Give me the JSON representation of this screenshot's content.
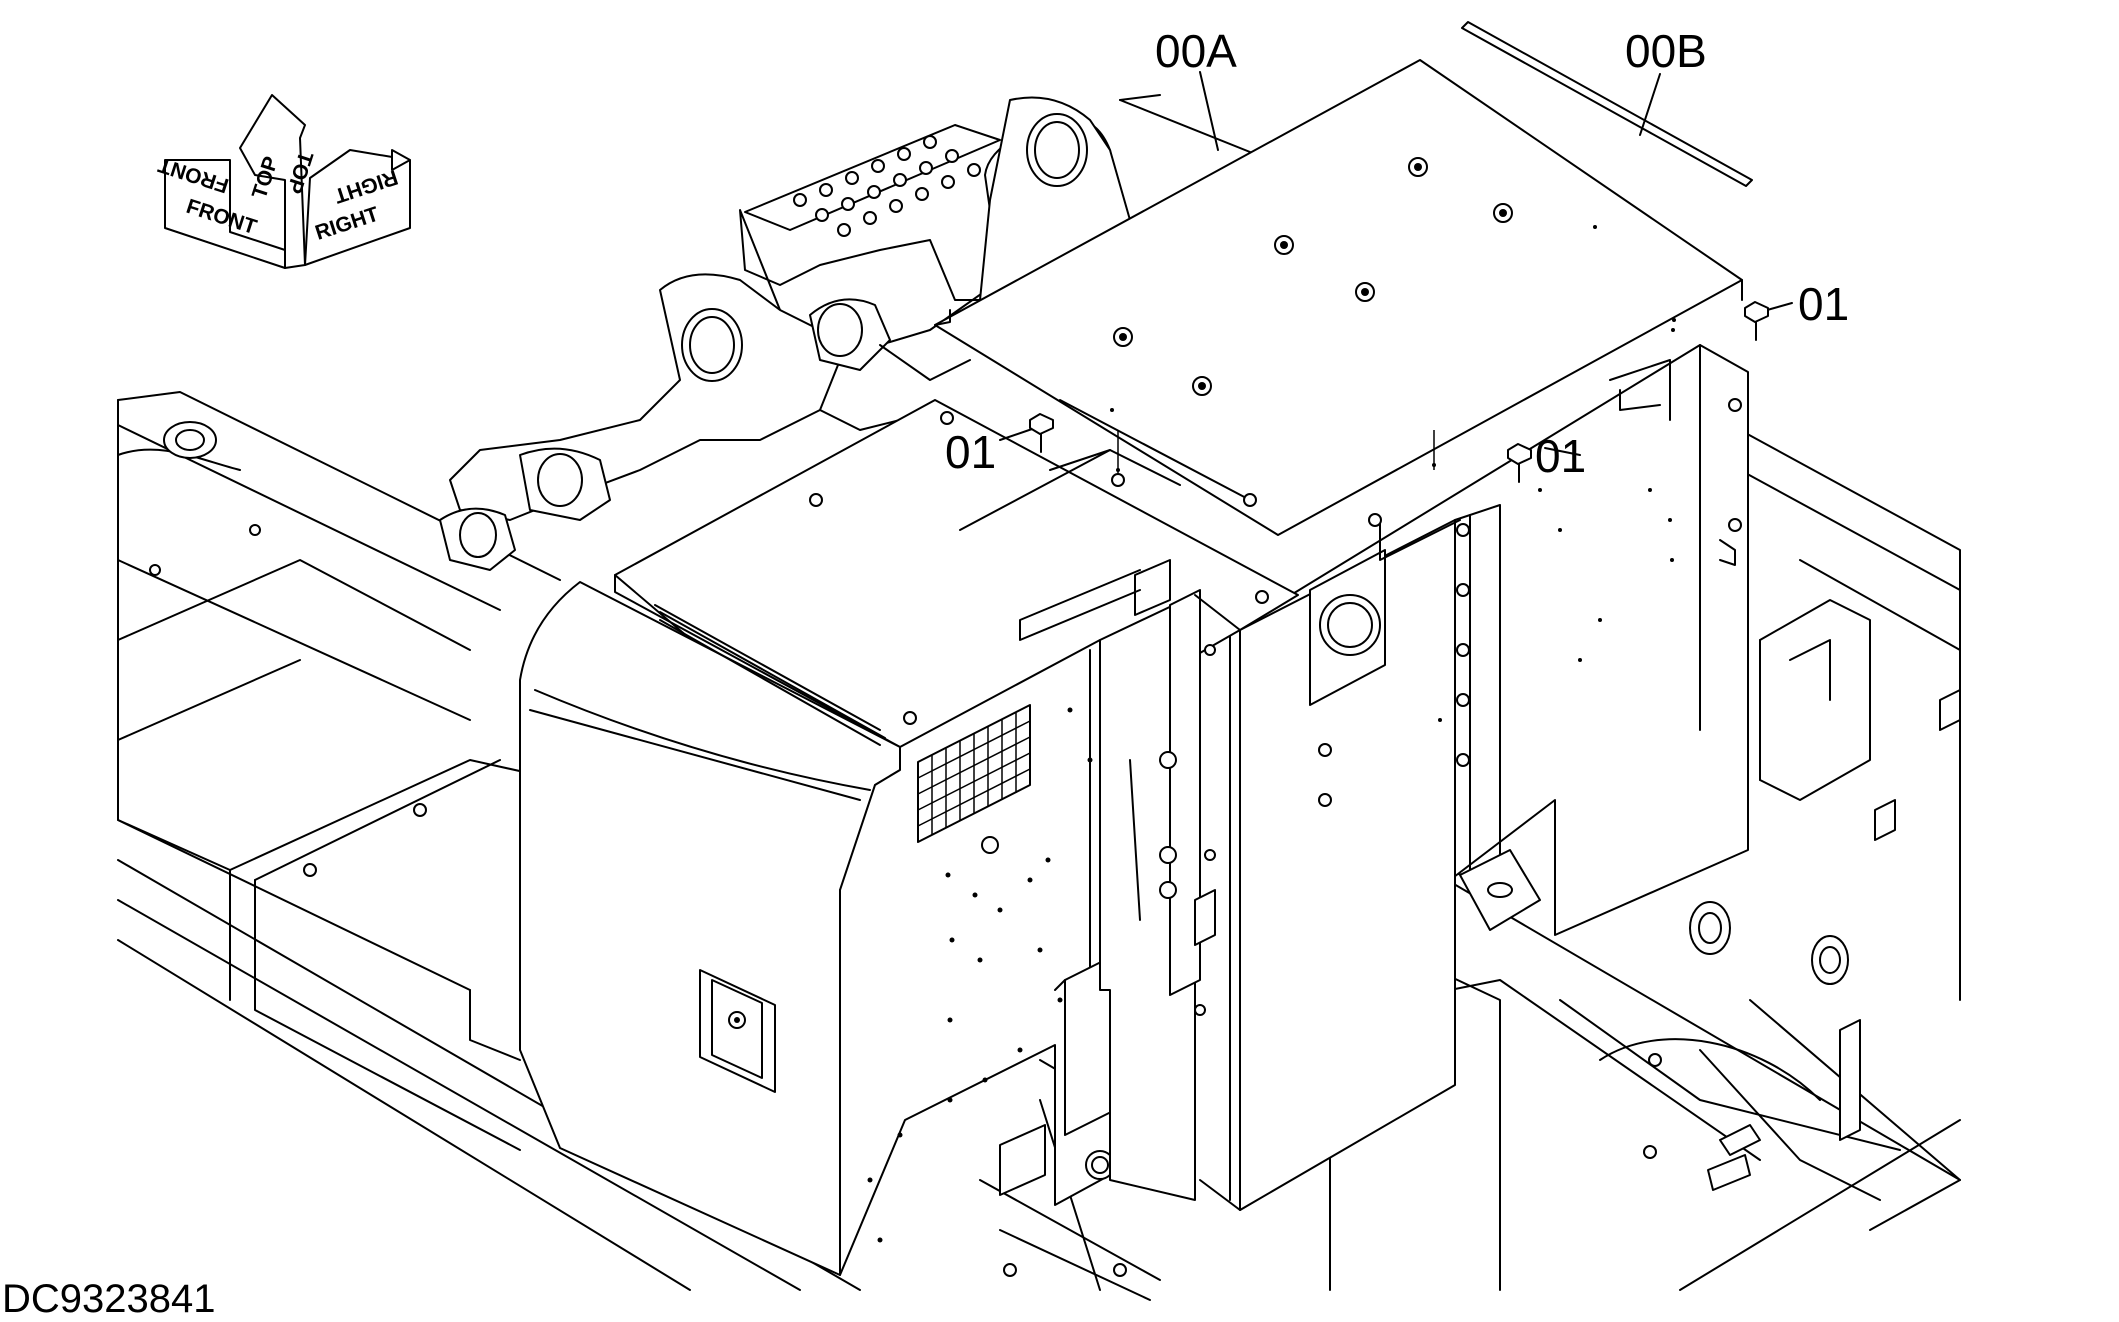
{
  "document_id": "DC9323841",
  "callouts": {
    "cover": "00A",
    "seal": "00B",
    "bolt_upper_right": "01",
    "bolt_left": "01",
    "bolt_center": "01"
  },
  "orientation": {
    "front": "FRONT",
    "top": "TOP",
    "right": "RIGHT"
  }
}
